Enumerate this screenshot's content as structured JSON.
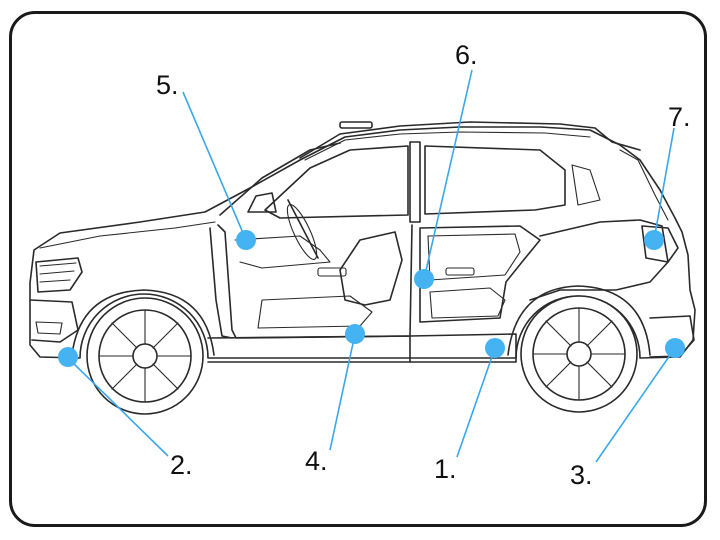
{
  "colors": {
    "marker": "#45b2f2",
    "leader": "#3aa7ea",
    "outline": "#2a2a2a",
    "frame": "#1a1a1a"
  },
  "markers": [
    {
      "id": "1",
      "label": "1."
    },
    {
      "id": "2",
      "label": "2."
    },
    {
      "id": "3",
      "label": "3."
    },
    {
      "id": "4",
      "label": "4."
    },
    {
      "id": "5",
      "label": "5."
    },
    {
      "id": "6",
      "label": "6."
    },
    {
      "id": "7",
      "label": "7."
    }
  ]
}
